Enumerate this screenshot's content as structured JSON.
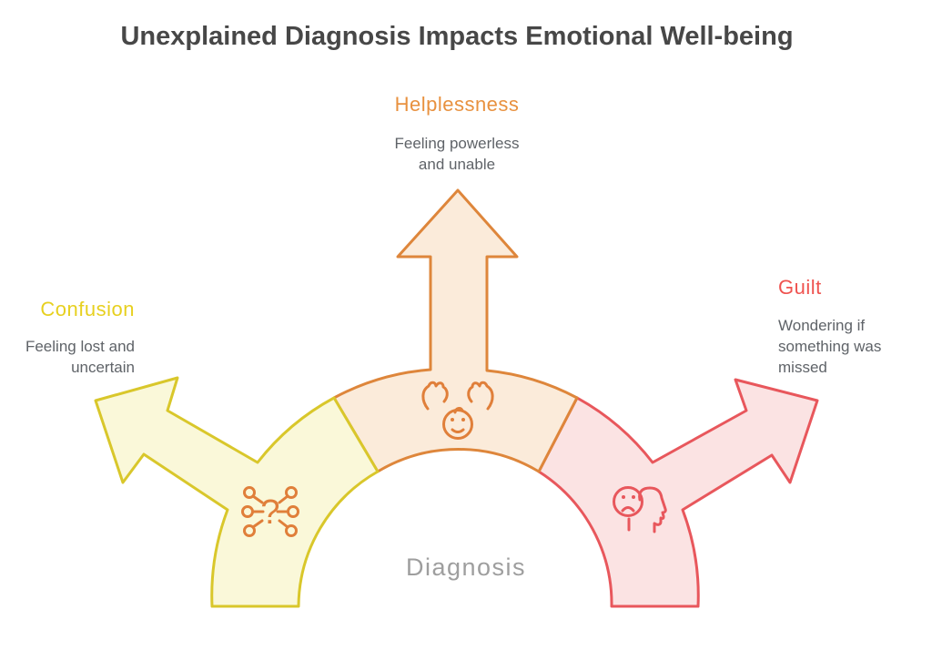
{
  "title": {
    "text": "Unexplained Diagnosis Impacts Emotional Well-being",
    "color": "#474747"
  },
  "center": {
    "label": "Diagnosis",
    "color": "#9E9E9E"
  },
  "description_text_color": "#5F6368",
  "background_color": "#FFFFFF",
  "branches": [
    {
      "id": "confusion",
      "label": "Confusion",
      "label_color": "#E7D01F",
      "description": "Feeling lost and uncertain",
      "direction": "upper-left-arrow",
      "fill": "#FAF8D9",
      "stroke": "#D9C72B",
      "icon": "scattered-question-network-icon",
      "icon_color": "#E07F3A",
      "icon_glyph": "?"
    },
    {
      "id": "helplessness",
      "label": "Helplessness",
      "label_color": "#E8913F",
      "description": "Feeling powerless and unable",
      "direction": "up-arrow",
      "fill": "#FBEBDA",
      "stroke": "#DE863B",
      "icon": "caring-hands-over-child-icon",
      "icon_color": "#E07F3A"
    },
    {
      "id": "guilt",
      "label": "Guilt",
      "label_color": "#EF5350",
      "description": "Wondering if something was missed",
      "direction": "upper-right-arrow",
      "fill": "#FBE3E3",
      "stroke": "#E8575C",
      "icon": "sad-thought-head-profile-icon",
      "icon_color": "#E8575C"
    }
  ]
}
